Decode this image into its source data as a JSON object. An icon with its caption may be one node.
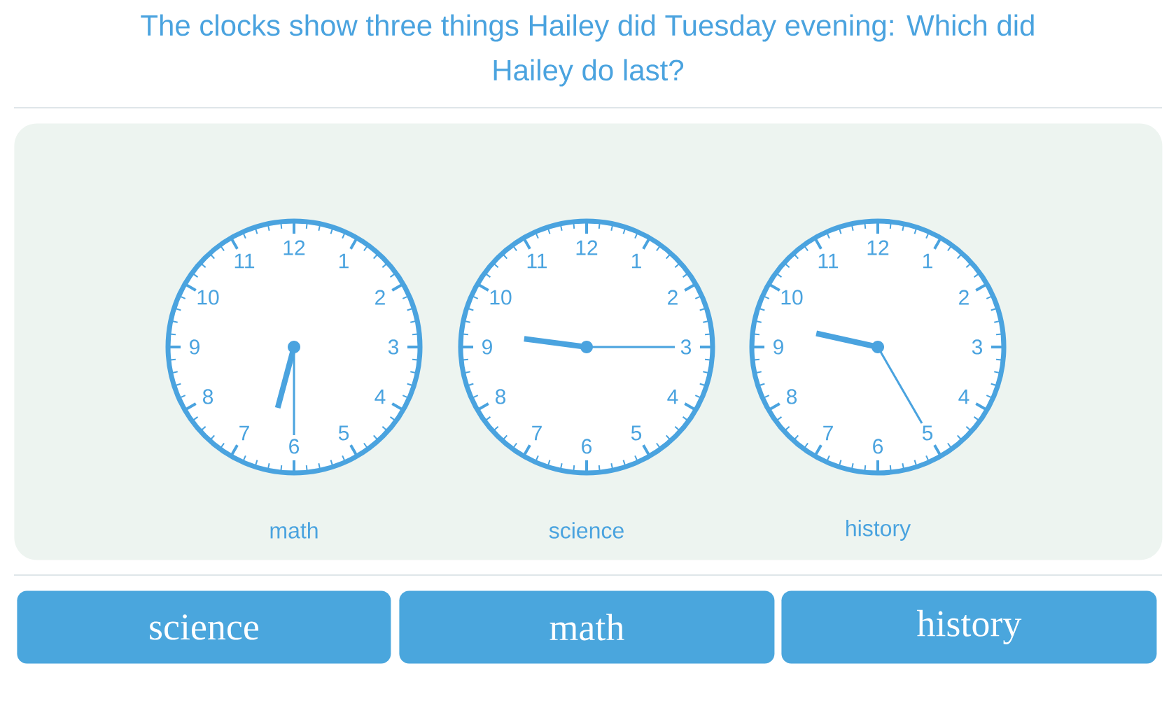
{
  "diagram": {
    "title": "The clocks show three things Hailey did Tuesday evening: Which did Hailey do last?",
    "nodes": [
      {
        "text": [],
        "shape": "box"
      },
      {
        "text": [
          "12",
          "1",
          "2",
          "3",
          "4",
          "5",
          "6",
          "7",
          "8",
          "9",
          "10",
          "11"
        ],
        "beside": [
          "math"
        ],
        "in": 0
      },
      {
        "text": [
          "12",
          "1",
          "2",
          "3",
          "4",
          "5",
          "6",
          "7",
          "8",
          "9",
          "10",
          "11"
        ],
        "beside": [
          "science"
        ],
        "in": 0
      },
      {
        "text": [
          "12",
          "1",
          "2",
          "3",
          "4",
          "5",
          "6",
          "7",
          "8",
          "9",
          "10",
          "11"
        ],
        "beside": [
          "history"
        ],
        "in": 0
      },
      {
        "text": [
          "science"
        ]
      },
      {
        "text": [
          "math"
        ]
      },
      {
        "text": [
          "history"
        ]
      }
    ]
  }
}
